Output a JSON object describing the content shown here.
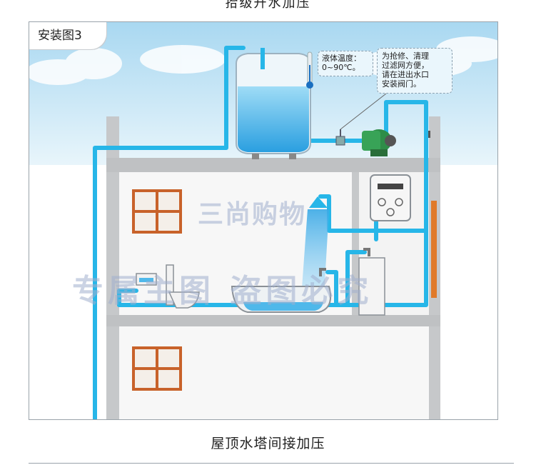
{
  "page": {
    "top_title": "拾级升水加压",
    "caption": "屋顶水塔间接加压"
  },
  "diagram": {
    "tag_label": "安装图3",
    "temp_note_line1": "液体温度：",
    "temp_note_line2": "0~90℃。",
    "valve_note_line1": "为抢修、清理",
    "valve_note_line2": "过滤网方便，",
    "valve_note_line3": "请在进出水口",
    "valve_note_line4": "安装阀门。"
  },
  "watermark": {
    "shop": "三尚购物",
    "notice": "专属主图   盗图必究"
  },
  "colors": {
    "pipe": "#27b6e8",
    "sky_top": "#bfe3f5",
    "wall": "#c7c9cb",
    "window_frame": "#c8622a",
    "pump": "#2e8d48",
    "water": "#4fb8ea"
  }
}
